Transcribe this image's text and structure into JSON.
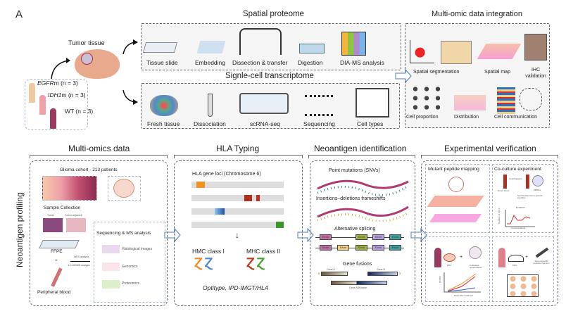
{
  "panel_label": "A",
  "top": {
    "tumor_tissue": "Tumor tissue",
    "groups": [
      {
        "gene": "EGFR",
        "suffix": "m (n = 3)",
        "color": "#f2c8a0"
      },
      {
        "gene": "IDH1",
        "suffix": "m (n = 3)",
        "color": "#f0a0a8"
      },
      {
        "gene": "",
        "suffix": "WT (n = 3)",
        "color": "#9a3a60"
      }
    ],
    "spatial_proteome": {
      "title": "Spatial proteome",
      "steps": [
        "Tissue slide",
        "Embedding",
        "Dissection & transfer",
        "Digestion",
        "DIA-MS analysis"
      ]
    },
    "single_cell": {
      "title": "Signle-cell transcriptome",
      "steps": [
        "Fresh tissue",
        "Dissociation",
        "scRNA-seq",
        "Sequencing",
        "Cell types"
      ]
    },
    "integration": {
      "title": "Multi-omic data integration",
      "steps": [
        "Spatial segmentation",
        "Spatial map",
        "IHC validation",
        "Cell proportion",
        "Distribution",
        "Cell communication"
      ]
    }
  },
  "side_label": "Neoantigen profiling",
  "multi_omics": {
    "title": "Multi-omics data",
    "cohort": "Glioma cohort - 213 patients",
    "sample_collection": "Sample Collection",
    "tumor": "Tumor",
    "tumor_adjacent": "Tumor-adjacent",
    "ffpe": "FFPE",
    "plus": "+",
    "peripheral_blood": "Peripheral blood",
    "wes": "WES analysis",
    "lcms": "LC-MS/MS analysis",
    "seq_ms": "Sequencing & MS analysis",
    "items": [
      "Histological images",
      "Genomics",
      "Proteomics"
    ]
  },
  "hla": {
    "title": "HLA Typing",
    "loci": "HLA gene loci (Chromosome 6)",
    "class1": "HMC class I",
    "class2": "MHC class II",
    "tools": "Optitype, IPD-IMGT/HLA"
  },
  "neoantigen": {
    "title": "Neoantigen identification",
    "snv": "Point mutations (SNVs)",
    "indel": "Insertions–deletions frameshifts",
    "splicing": "Alternative splicing",
    "exon": "Exon",
    "fusion": "Gene fusions",
    "gene_a": "Gene A",
    "gene_b": "Gene B",
    "fusion_label": "Gene A/B fusion",
    "five": "5'",
    "three": "3'"
  },
  "verification": {
    "title": "Experimental verification",
    "mapping": "Mutant peptide mapping",
    "coculture": "Co-culture experiment",
    "centrifugation": "Centrifugation",
    "donor_blood": "Donor blood",
    "pbmcs": "PBMCs",
    "synth": "Synthesized tumor-specific peptides",
    "elispot": "ELISPOT",
    "spots_axis": "Number of SFCs",
    "conc_axis": "Concentrations",
    "pdc": "PDC",
    "supernatants": "Cultivated supernatants",
    "days": "Days after treatment",
    "ic50": "OD450",
    "pdx": "PDX",
    "injection": "Tumor-specific peptides injection"
  },
  "colors": {
    "arrow": "#4a7cc0",
    "salmon": "#f6a28a",
    "dash": "#666666"
  }
}
